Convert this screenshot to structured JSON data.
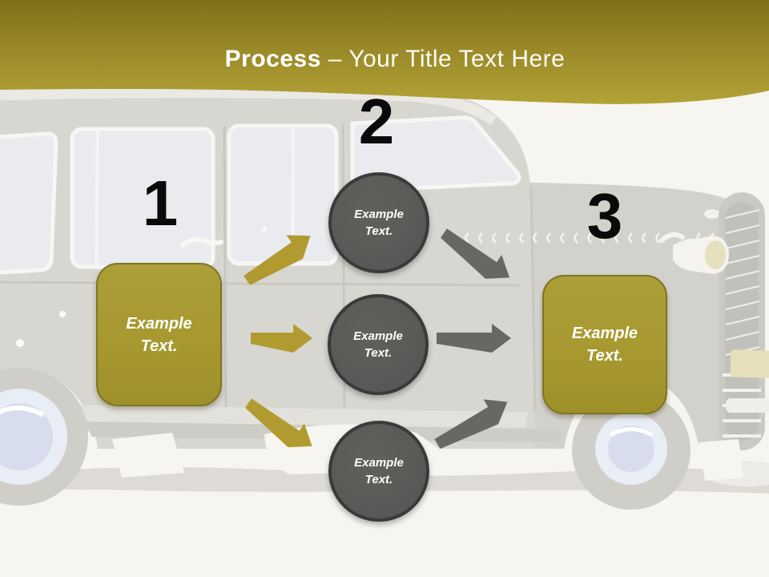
{
  "title": {
    "bold": "Process",
    "rest": " – Your Title Text Here"
  },
  "steps": [
    {
      "number": "1",
      "label": "Example Text."
    },
    {
      "number": "2",
      "items": [
        "Example Text.",
        "Example Text.",
        "Example Text."
      ]
    },
    {
      "number": "3",
      "label": "Example Text."
    }
  ],
  "colors": {
    "band_top": "#827218",
    "band_bottom": "#B3A236",
    "gold_shape_fill": "#A7992F",
    "gold_shape_border": "#7E7424",
    "gold_arrow": "#B19B31",
    "gray_circle_fill": "#5B5A58",
    "gray_circle_border": "#3A3A3A",
    "gray_arrow": "#696763",
    "step_number": "#0A0A0A",
    "background": "#F7F5EF",
    "car_body": "#D8D6D0"
  }
}
